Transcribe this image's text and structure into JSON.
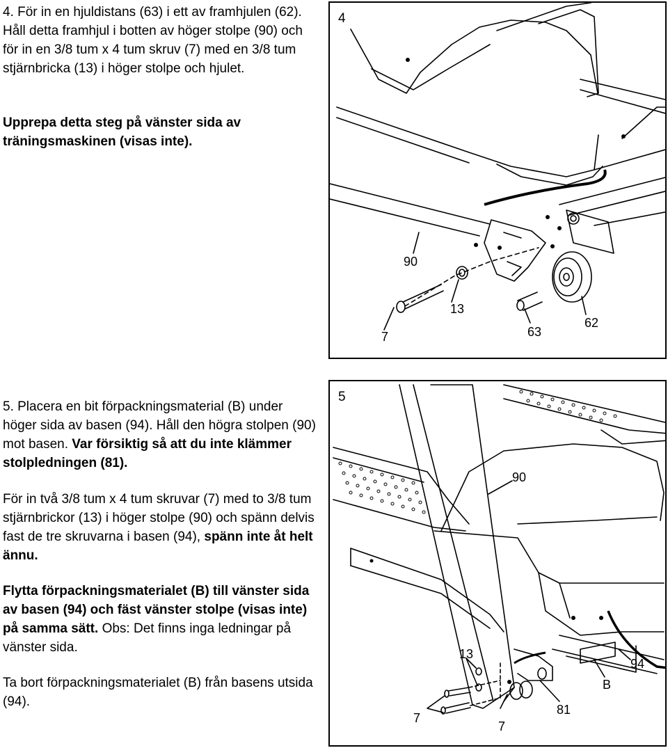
{
  "step4": {
    "para1": "4. För in en hjuldistans (63) i ett av framhjulen (62). Håll detta framhjul i botten av höger stolpe (90) och för in en 3/8 tum x 4 tum skruv (7) med en 3/8 tum stjärnbricka (13) i höger stolpe och hjulet.",
    "para2": "Upprepa detta steg på vänster sida av träningsmaskinen (visas inte).",
    "figure": {
      "number": "4",
      "labels": {
        "post": "90",
        "washer": "13",
        "bolt": "7",
        "spacer": "63",
        "wheel": "62"
      }
    }
  },
  "step5": {
    "para1_normal": "5. Placera en bit förpackningsmaterial (B) under höger sida av basen (94). Håll den högra stolpen (90) mot basen. ",
    "para1_bold": "Var försiktig så att du inte klämmer stolpledningen (81).",
    "para2_normal": "För in två 3/8 tum x 4 tum skruvar (7) med to 3/8 tum stjärnbrickor (13) i höger stolpe (90) och spänn delvis fast de tre skruvarna i basen (94), ",
    "para2_bold": "spänn inte åt helt ännu.",
    "para3_bold": "Flytta förpackningsmaterialet (B) till vänster sida av basen (94) och fäst vänster stolpe (visas inte) på samma sätt.",
    "para3_normal": " Obs: Det finns inga ledningar på vänster sida.",
    "para4": "Ta bort förpackningsmaterialet (B) från basens utsida (94).",
    "figure": {
      "number": "5",
      "labels": {
        "post": "90",
        "washers": "13",
        "bolts_a": "7",
        "bolts_b": "7",
        "wire": "81",
        "packing": "B",
        "base": "94"
      }
    }
  }
}
